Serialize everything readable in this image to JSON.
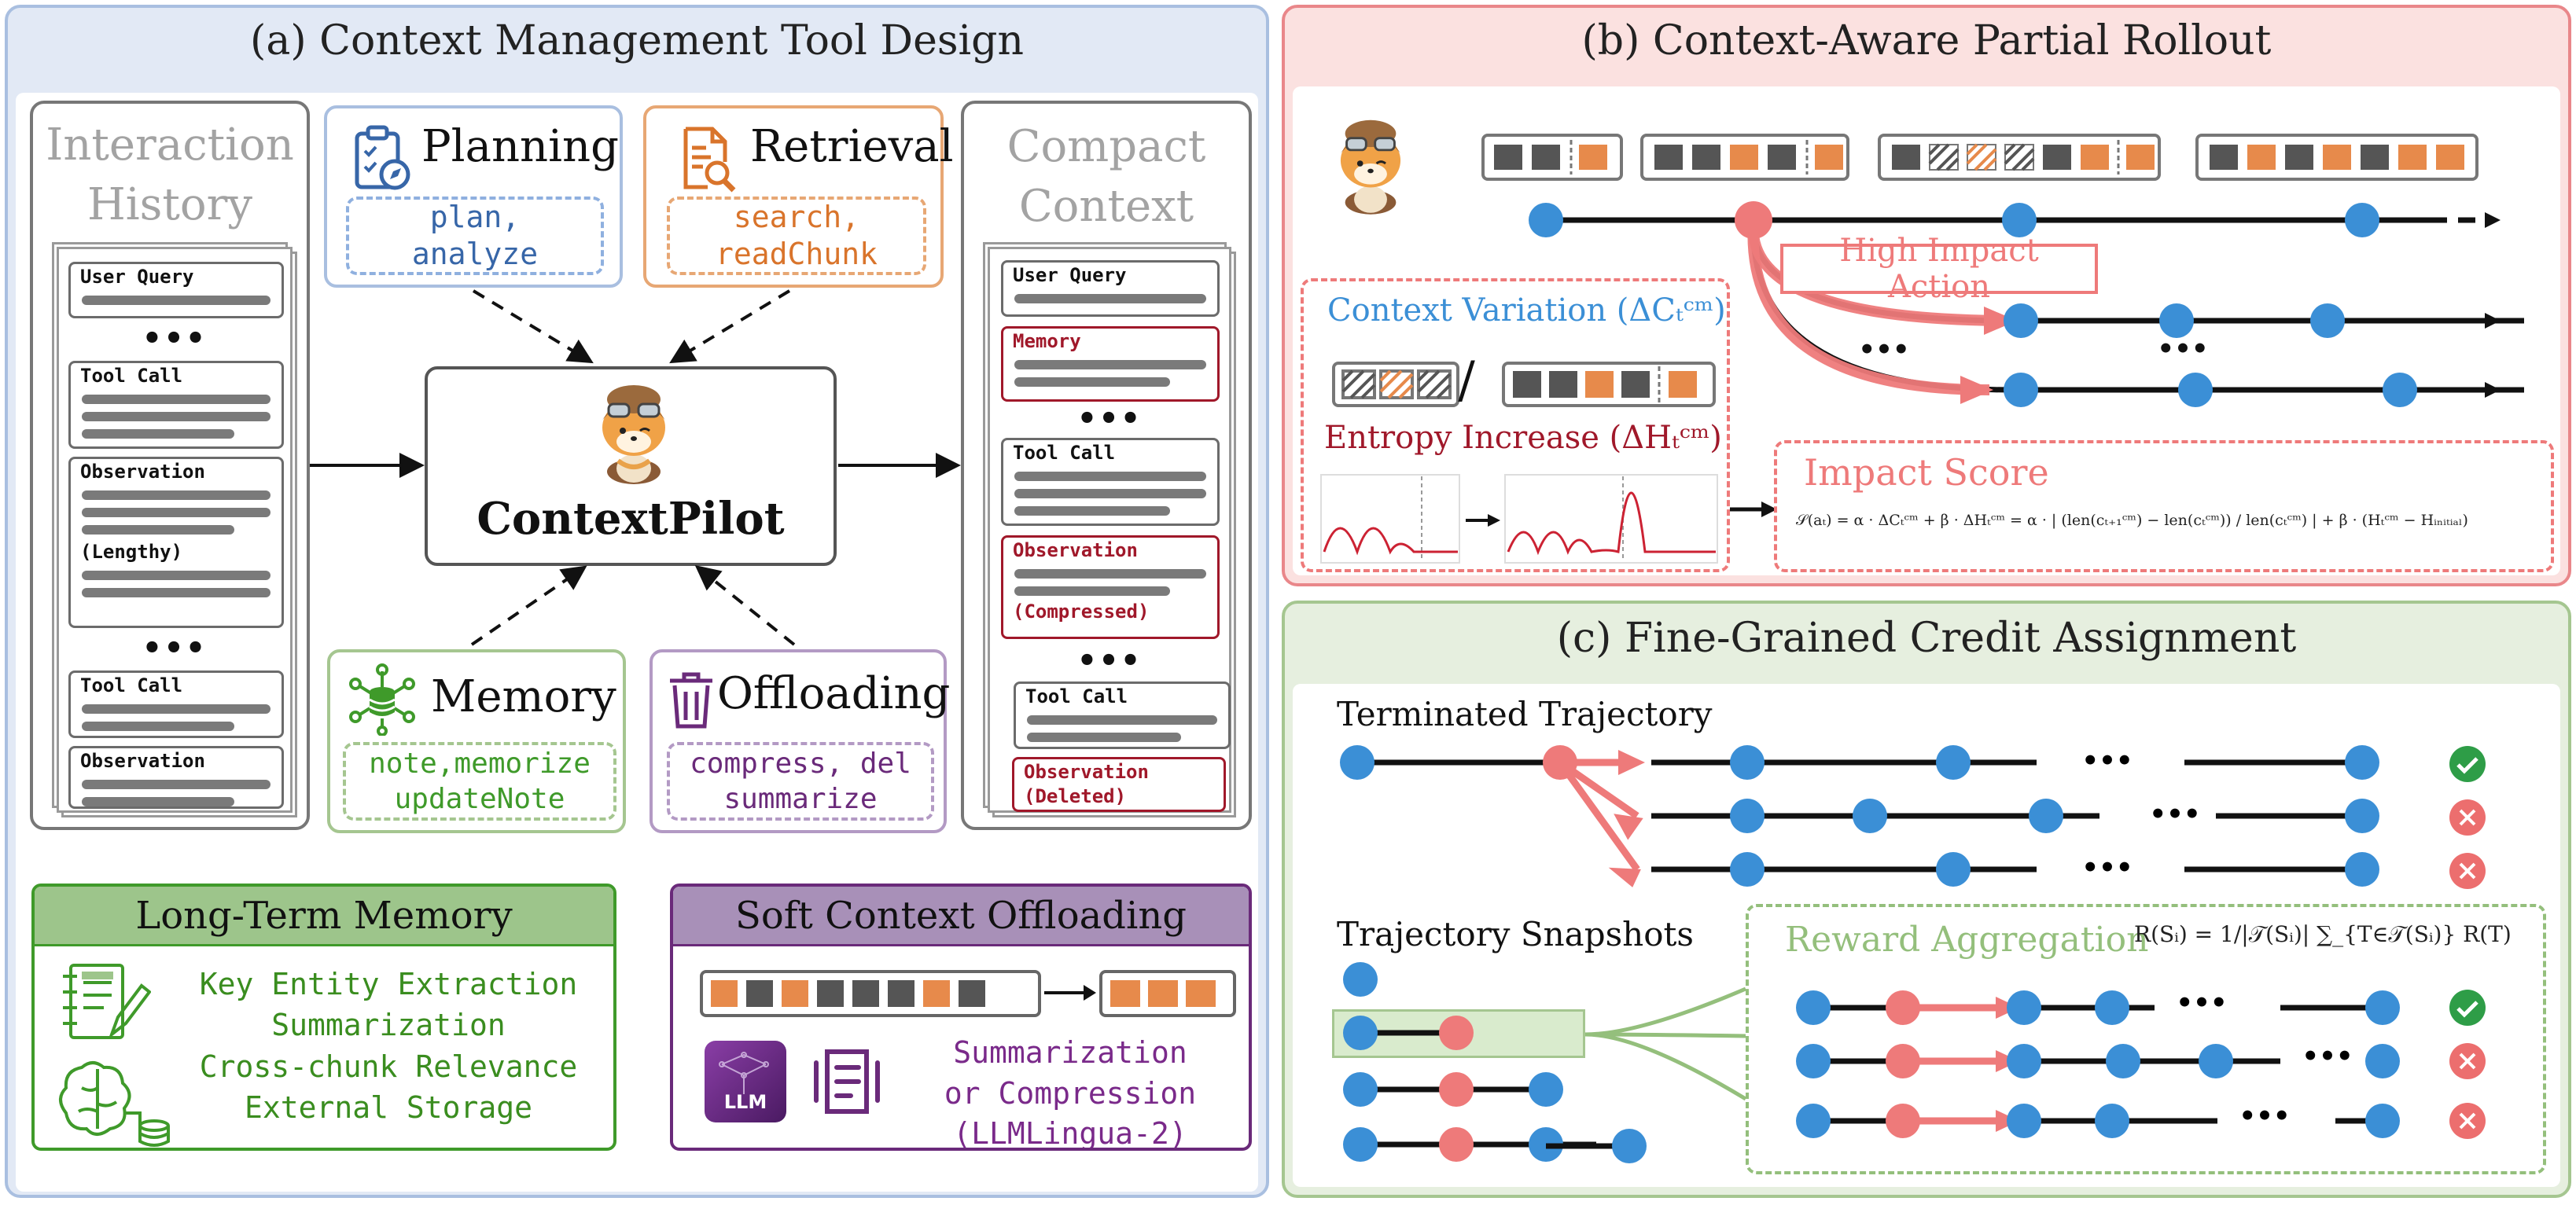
{
  "panel_a": {
    "title": "(a) Context Management Tool Design",
    "history": {
      "title_line1": "Interaction",
      "title_line2": "History",
      "user_query": "User Query",
      "tool_call": "Tool Call",
      "observation": "Observation",
      "lengthy": "(Lengthy)",
      "ellipsis": "•••"
    },
    "compact": {
      "title_line1": "Compact",
      "title_line2": "Context",
      "user_query": "User Query",
      "memory": "Memory",
      "tool_call": "Tool Call",
      "observation": "Observation",
      "compressed": "(Compressed)",
      "deleted": "(Deleted)",
      "ellipsis": "•••"
    },
    "center_label": "ContextPilot",
    "planning": {
      "name": "Planning",
      "line1": "plan,",
      "line2": "analyze"
    },
    "retrieval": {
      "name": "Retrieval",
      "line1": "search,",
      "line2": "readChunk"
    },
    "memory": {
      "name": "Memory",
      "line1": "note,memorize",
      "line2": "updateNote"
    },
    "offloading": {
      "name": "Offloading",
      "line1": "compress, del",
      "line2": "summarize"
    },
    "long_term_memory": {
      "title": "Long-Term Memory",
      "items": [
        "Key Entity Extraction",
        "Summarization",
        "Cross-chunk Relevance",
        "External Storage"
      ]
    },
    "soft_offloading": {
      "title": "Soft Context Offloading",
      "llm_badge": "LLM",
      "lines": [
        "Summarization",
        "or Compression",
        "(LLMLingua-2)"
      ]
    }
  },
  "panel_b": {
    "title": "(b) Context-Aware Partial Rollout",
    "high_impact_label": "High Impact Action",
    "context_variation": "Context Variation (ΔCₜᶜᵐ)",
    "entropy_increase": "Entropy Increase (ΔHₜᶜᵐ)",
    "impact_score_title": "Impact Score",
    "impact_formula": "𝒮(aₜ) = α · ΔCₜᶜᵐ + β · ΔHₜᶜᵐ = α · | (len(cₜ₊₁ᶜᵐ) − len(cₜᶜᵐ)) / len(cₜᶜᵐ) | + β · (Hₜᶜᵐ − Hᵢₙᵢₜᵢₐₗ)",
    "ellipsis": "•••",
    "slash": "/"
  },
  "panel_c": {
    "title": "(c) Fine-Grained Credit Assignment",
    "terminated_label": "Terminated Trajectory",
    "snapshots_label": "Trajectory Snapshots",
    "reward_aggregation_title": "Reward Aggregation",
    "reward_formula": "R(Sᵢ) = 1/|𝒯(Sᵢ)| ∑_{T∈𝒯(Sᵢ)} R(T)",
    "ellipsis": "•••",
    "outcomes_terminated": [
      "success",
      "fail",
      "fail"
    ],
    "outcomes_reward": [
      "success",
      "fail",
      "fail"
    ]
  },
  "colors": {
    "blue_panel_bg": "#e2e9f5",
    "blue_panel_border": "#a9bfe0",
    "red_panel_bg": "#fbe1e0",
    "red_panel_border": "#e9878a",
    "green_panel_bg": "#e6efdf",
    "green_panel_border": "#a5c690",
    "node_blue": "#3b8fd6",
    "node_red": "#ee7a7a",
    "planning": "#3766a8",
    "retrieval": "#d9742b",
    "memory_green": "#3f9a2a",
    "offload_purple": "#6a2a7a",
    "success": "#2e9d47",
    "fail": "#ec6e6e"
  }
}
